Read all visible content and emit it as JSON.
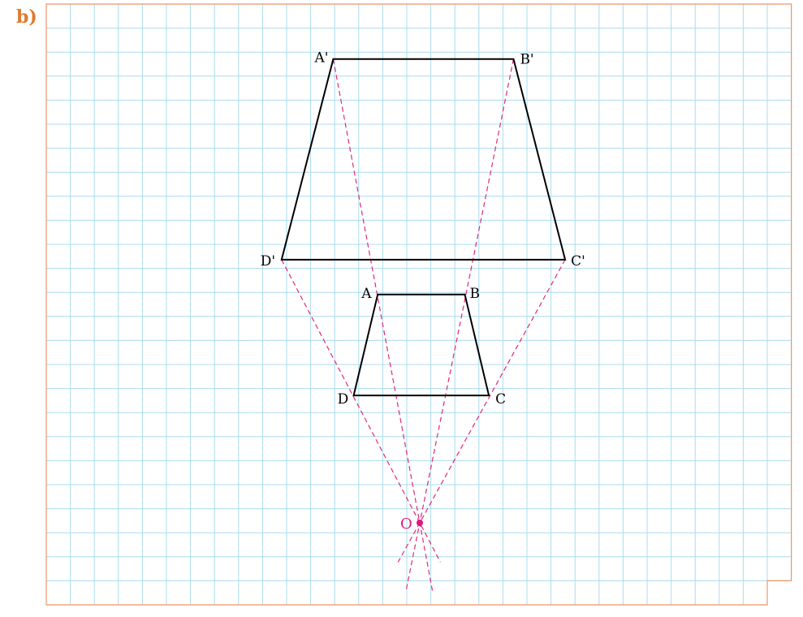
{
  "part_label": "b)",
  "colors": {
    "grid_line": "#a9dcec",
    "paper_border": "#e9956a",
    "part_label": "#e07a2e",
    "figure_stroke": "#000000",
    "projection_line": "#e0287d",
    "center_point": "#e0157e",
    "text": "#000000"
  },
  "figure": {
    "center": {
      "name": "O",
      "x": 0,
      "y": 0
    },
    "original": {
      "A": {
        "name": "A",
        "x": -1.75,
        "y": 9.5
      },
      "B": {
        "name": "B",
        "x": 1.875,
        "y": 9.5
      },
      "C": {
        "name": "C",
        "x": 2.875,
        "y": 5.3
      },
      "D": {
        "name": "D",
        "x": -2.75,
        "y": 5.3
      }
    },
    "image": {
      "A": {
        "name": "A'",
        "x": -3.6,
        "y": 19.3
      },
      "B": {
        "name": "B'",
        "x": 3.9,
        "y": 19.3
      },
      "C": {
        "name": "C'",
        "x": 6.05,
        "y": 10.95
      },
      "D": {
        "name": "D'",
        "x": -5.75,
        "y": 10.95
      }
    }
  }
}
